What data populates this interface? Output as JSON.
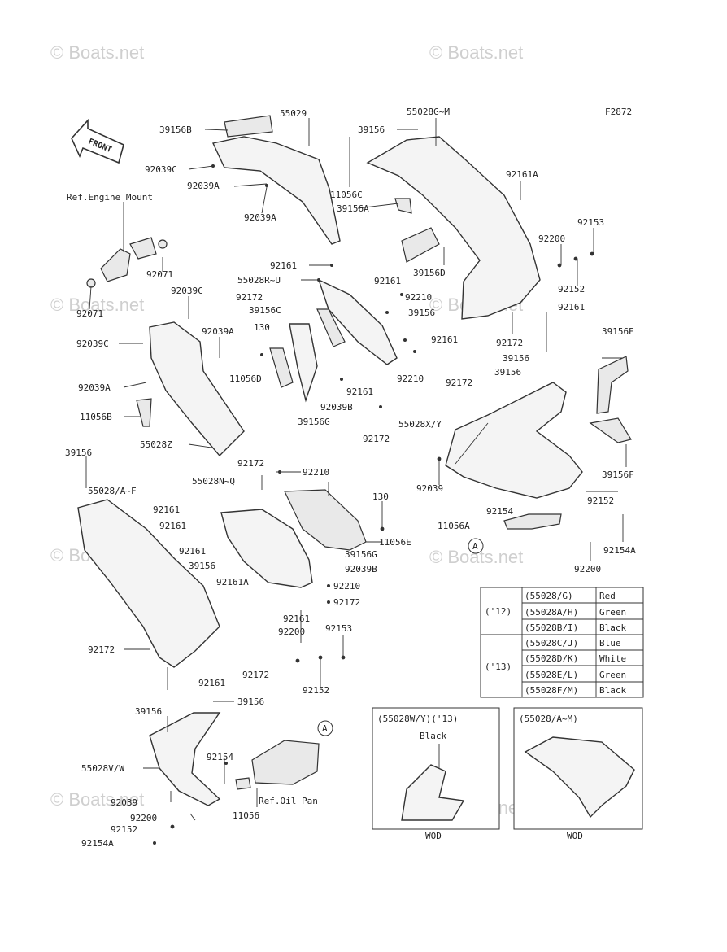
{
  "diagram_code": "F2872",
  "watermark": "© Boats.net",
  "front_arrow": "FRONT",
  "notes": {
    "engine_mount": "Ref.Engine Mount",
    "oil_pan": "Ref.Oil Pan",
    "circle_a": "A"
  },
  "labels": {
    "p55029": "55029",
    "p39156B_top": "39156B",
    "p92039C_1": "92039C",
    "p92039A_1": "92039A",
    "p92039A_2": "92039A",
    "p39156_top": "39156",
    "p11056C": "11056C",
    "p55028G_M": "55028G~M",
    "p92161A_1": "92161A",
    "p39156A": "39156A",
    "p92153_1": "92153",
    "p92200_1": "92200",
    "p92161_a": "92161",
    "p55028R_U": "55028R~U",
    "p92161_b": "92161",
    "p39156D": "39156D",
    "p92152_1": "92152",
    "p92172_a": "92172",
    "p92210_a": "92210",
    "p39156C": "39156C",
    "p39156_b": "39156",
    "p92161_c": "92161",
    "p92071_a": "92071",
    "p92071_b": "92071",
    "p92039C_2": "92039C",
    "p92039C_3": "92039C",
    "p92039A_3": "92039A",
    "p130_a": "130",
    "p11056D": "11056D",
    "p92161_d": "92161",
    "p92172_b": "92172",
    "p39156E": "39156E",
    "p39156_c": "39156",
    "p39156_d": "39156",
    "p92210_b": "92210",
    "p92172_c": "92172",
    "p92039A_4": "92039A",
    "p11056B": "11056B",
    "p92161_e": "92161",
    "p92039B_a": "92039B",
    "p39156G_a": "39156G",
    "p55028X_Y": "55028X/Y",
    "p92172_d": "92172",
    "p55028Z": "55028Z",
    "p39156F": "39156F",
    "p39156_e": "39156",
    "p92172_e": "92172",
    "p92210_c": "92210",
    "p92039_a": "92039",
    "p55028N_Q": "55028N~Q",
    "p130_b": "130",
    "p55028A_F": "55028/A~F",
    "p92152_2": "92152",
    "p92154_a": "92154",
    "p92161_f": "92161",
    "p92161_g": "92161",
    "p11056E": "11056E",
    "p11056A": "11056A",
    "p92154A_a": "92154A",
    "p92161_h": "92161",
    "p39156G_b": "39156G",
    "p39156_f": "39156",
    "p92039B_b": "92039B",
    "p92200_2": "92200",
    "p92161A_2": "92161A",
    "p92210_d": "92210",
    "p92172_f": "92172",
    "p92161_i": "92161",
    "p92200_3": "92200",
    "p92153_2": "92153",
    "p92172_g": "92172",
    "p92161_j": "92161",
    "p92172_h": "92172",
    "p92152_3": "92152",
    "p39156_g": "39156",
    "p39156_h": "39156",
    "p55028V_W": "55028V/W",
    "p92154_b": "92154",
    "p92039_b": "92039",
    "p92200_4": "92200",
    "p11056": "11056",
    "p92152_4": "92152",
    "p92154A_b": "92154A"
  },
  "color_table": {
    "groups": [
      {
        "year": "('12)",
        "rows": [
          {
            "code": "(55028/G)",
            "color": "Red"
          },
          {
            "code": "(55028A/H)",
            "color": "Green"
          },
          {
            "code": "(55028B/I)",
            "color": "Black"
          }
        ]
      },
      {
        "year": "('13)",
        "rows": [
          {
            "code": "(55028C/J)",
            "color": "Blue"
          },
          {
            "code": "(55028D/K)",
            "color": "White"
          },
          {
            "code": "(55028E/L)",
            "color": "Green"
          },
          {
            "code": "(55028F/M)",
            "color": "Black"
          }
        ]
      }
    ]
  },
  "inset_left": {
    "title": "(55028W/Y)('13)",
    "color": "Black",
    "footer": "WOD"
  },
  "inset_right": {
    "title": "(55028/A~M)",
    "footer": "WOD"
  }
}
